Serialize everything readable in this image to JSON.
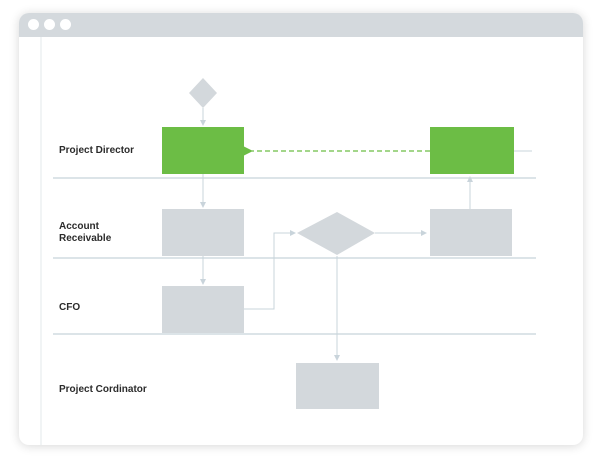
{
  "window": {
    "controls": [
      "dot",
      "dot",
      "dot"
    ]
  },
  "lanes": [
    {
      "name": "Project Director"
    },
    {
      "name": "Account\nReceivable"
    },
    {
      "name": "CFO"
    },
    {
      "name": "Project Cordinator"
    }
  ],
  "colors": {
    "titlebar": "#d4d9dd",
    "shape_gray": "#d3d8dc",
    "shape_green": "#6cbd45",
    "connector": "#c9d4db",
    "dashed_arrow": "#6cbd45",
    "lane_divider": "#b9c8d0"
  },
  "diagram": {
    "nodes": [
      {
        "id": "start",
        "type": "diamond",
        "fill": "gray",
        "lane": "Project Director"
      },
      {
        "id": "task-a",
        "type": "rect",
        "fill": "green",
        "lane": "Project Director"
      },
      {
        "id": "task-e",
        "type": "rect",
        "fill": "green",
        "lane": "Project Director"
      },
      {
        "id": "task-b",
        "type": "rect",
        "fill": "gray",
        "lane": "Account Receivable"
      },
      {
        "id": "decision",
        "type": "diamond",
        "fill": "gray",
        "lane": "Account Receivable"
      },
      {
        "id": "task-d",
        "type": "rect",
        "fill": "gray",
        "lane": "Account Receivable"
      },
      {
        "id": "task-c",
        "type": "rect",
        "fill": "gray",
        "lane": "CFO"
      },
      {
        "id": "task-f",
        "type": "rect",
        "fill": "gray",
        "lane": "Project Cordinator"
      }
    ],
    "edges": [
      {
        "from": "start",
        "to": "task-a",
        "style": "solid"
      },
      {
        "from": "task-a",
        "to": "task-b",
        "style": "solid"
      },
      {
        "from": "task-b",
        "to": "task-c",
        "style": "solid"
      },
      {
        "from": "task-c",
        "to": "decision",
        "style": "solid"
      },
      {
        "from": "decision",
        "to": "task-d",
        "style": "solid"
      },
      {
        "from": "decision",
        "to": "task-f",
        "style": "solid"
      },
      {
        "from": "task-d",
        "to": "task-e",
        "style": "solid"
      },
      {
        "from": "task-e",
        "to": "task-a",
        "style": "dashed"
      }
    ]
  }
}
